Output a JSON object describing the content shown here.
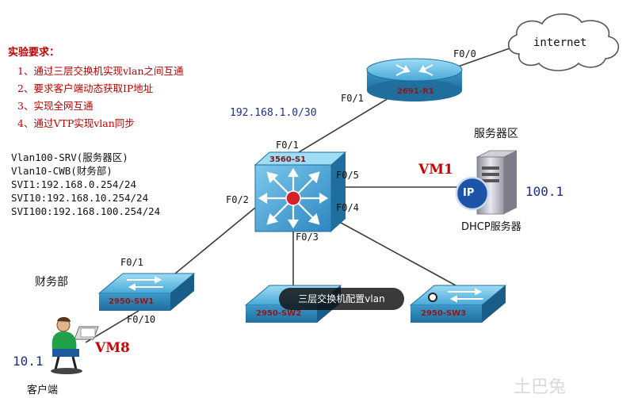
{
  "requirements": {
    "title": "实验要求：",
    "items": [
      "1、通过三层交换机实现vlan之间互通",
      "2、要求客户端动态获取IP地址",
      "3、实现全网互通",
      "4、通过VTP实现vlan同步"
    ]
  },
  "config": [
    "Vlan100-SRV(服务器区)",
    "Vlan10-CWB(财务部)",
    "SVI1:192.168.0.254/24",
    "SVI10:192.168.10.254/24",
    "SVI100:192.168.100.254/24"
  ],
  "cloud": {
    "label": "internet"
  },
  "router": {
    "label": "2691-R1",
    "port_wan": "F0/0",
    "port_lan": "F0/1"
  },
  "link_net": "192.168.1.0/30",
  "core": {
    "label": "3560-S1",
    "ports": {
      "f01": "F0/1",
      "f02": "F0/2",
      "f03": "F0/3",
      "f04": "F0/4",
      "f05": "F0/5"
    }
  },
  "server": {
    "zone": "服务器区",
    "vm": "VM1",
    "ip": "100.1",
    "name": "DHCP服务器",
    "badge": "IP"
  },
  "sw1": {
    "label": "2950-SW1",
    "dept": "财务部",
    "port_up": "F0/1",
    "port_down": "F0/10"
  },
  "sw2": {
    "label": "2950-SW2"
  },
  "sw3": {
    "label": "2950-SW3"
  },
  "client": {
    "vm": "VM8",
    "ip": "10.1",
    "name": "客户端"
  },
  "overlay": {
    "caption": "三层交换机配置vlan"
  },
  "watermark": "土巴兔",
  "colors": {
    "device": "#3fa7d6",
    "red_text": "#c00000",
    "blue_text": "#1a2f8a"
  }
}
